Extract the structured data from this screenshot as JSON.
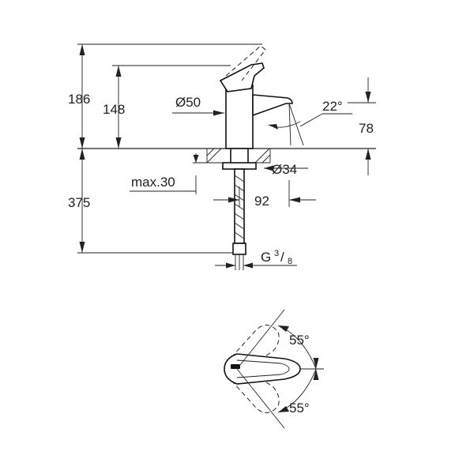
{
  "diagram": {
    "side_view": {
      "dim_186": "186",
      "dim_148": "148",
      "dim_375": "375",
      "dim_diameter_50": "Ø50",
      "dim_angle_22": "22°",
      "dim_78": "78",
      "dim_diameter_34": "Ø34",
      "dim_max_30": "max.30",
      "dim_92": "92",
      "thread_label": "G",
      "thread_numerator": "3",
      "thread_slash": "/",
      "thread_denominator": "8"
    },
    "top_view": {
      "angle_upper": "55°",
      "angle_lower": "55°"
    }
  }
}
